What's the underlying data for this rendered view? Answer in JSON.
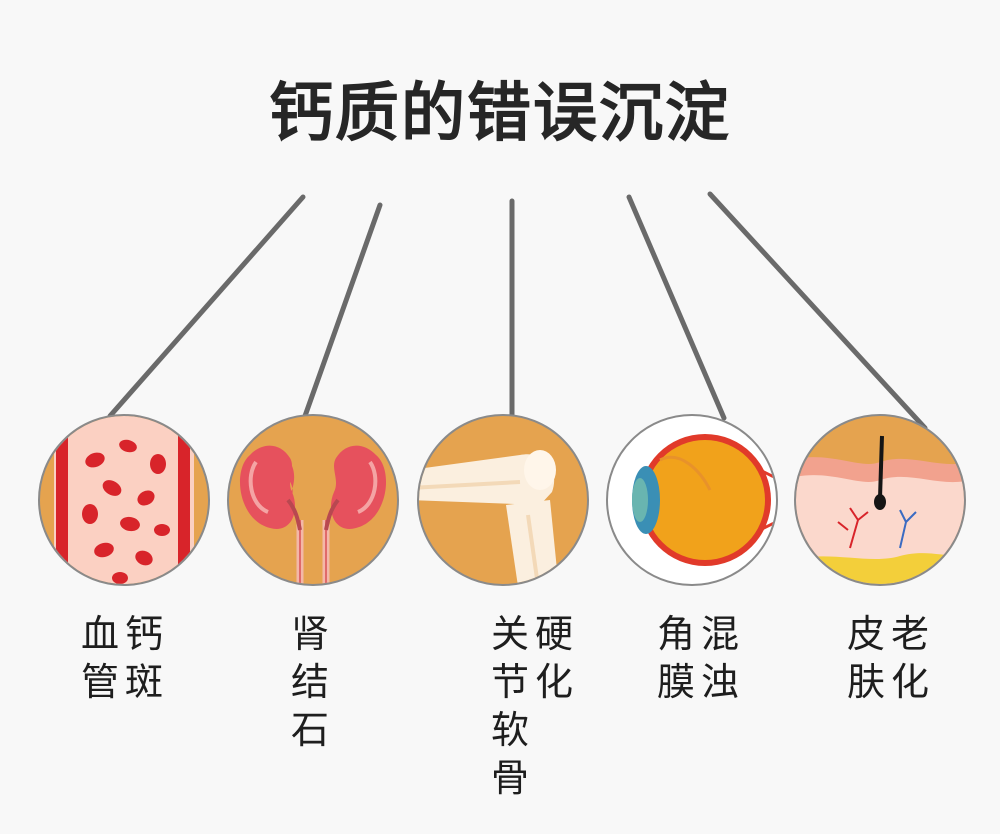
{
  "title": "钙质的错误沉淀",
  "items": [
    {
      "name": "血管钙斑",
      "icon": "blood-vessel-icon",
      "columns": [
        "钙斑",
        "血管"
      ]
    },
    {
      "name": "肾结石",
      "icon": "kidney-icon",
      "columns": [
        "肾结石"
      ]
    },
    {
      "name": "关节软骨硬化",
      "icon": "knee-joint-icon",
      "columns": [
        "硬化",
        "关节软骨"
      ]
    },
    {
      "name": "角膜混浊",
      "icon": "eye-icon",
      "columns": [
        "混浊",
        "角膜"
      ]
    },
    {
      "name": "皮肤老化",
      "icon": "skin-layer-icon",
      "columns": [
        "老化",
        "皮肤"
      ]
    }
  ],
  "colors": {
    "circle_bg": "#e5a34f",
    "line": "#6a6a6a",
    "blood_red": "#d8242a",
    "vessel_pink": "#fbd0c2",
    "kidney_red": "#e6515d",
    "bone": "#fbefdf",
    "iris": "#3a8fb5",
    "eye_orange": "#f1a21b"
  }
}
